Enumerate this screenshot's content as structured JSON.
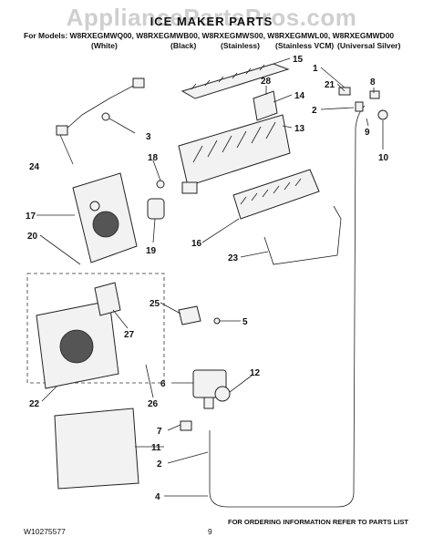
{
  "watermark": "AppliancePartsPros.com",
  "title": "ICE MAKER PARTS",
  "models_line": "For Models: W8RXEGMWQ00, W8RXEGMWB00, W8RXEGMWS00, W8RXEGMWL00, W8RXEGMWD00",
  "colors": [
    "(White)",
    "(Black)",
    "(Stainless)",
    "(Stainless VCM)",
    "(Universal Silver)"
  ],
  "footer": {
    "doc_id": "W10275577",
    "page": "9",
    "note": "FOR ORDERING INFORMATION REFER TO PARTS LIST"
  },
  "callouts": [
    "15",
    "1",
    "8",
    "28",
    "21",
    "14",
    "2",
    "3",
    "13",
    "9",
    "10",
    "24",
    "18",
    "17",
    "20",
    "19",
    "16",
    "23",
    "27",
    "25",
    "5",
    "6",
    "12",
    "22",
    "26",
    "7",
    "11",
    "2",
    "4"
  ]
}
